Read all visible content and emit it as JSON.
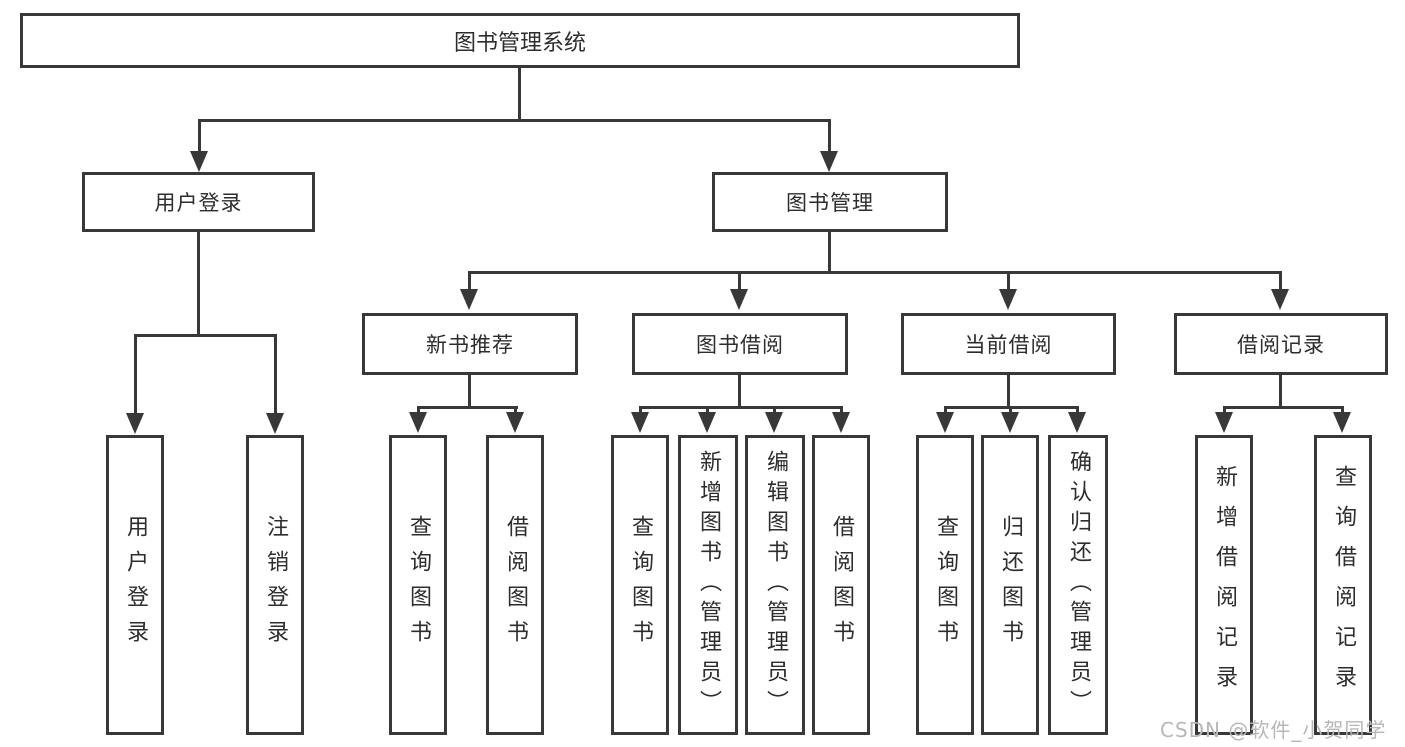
{
  "colors": {
    "line": "#383838",
    "text": "#2d2d2d",
    "watermark": "#b7b7b7",
    "background": "#ffffff"
  },
  "watermark": "CSDN @软件_小贺同学",
  "tree": {
    "label": "图书管理系统",
    "children": [
      {
        "label": "用户登录",
        "children": [
          {
            "label": "用户登录"
          },
          {
            "label": "注销登录"
          }
        ]
      },
      {
        "label": "图书管理",
        "children": [
          {
            "label": "新书推荐",
            "children": [
              {
                "label": "查询图书"
              },
              {
                "label": "借阅图书"
              }
            ]
          },
          {
            "label": "图书借阅",
            "children": [
              {
                "label": "查询图书"
              },
              {
                "label": "新增图书（管理员）"
              },
              {
                "label": "编辑图书（管理员）"
              },
              {
                "label": "借阅图书"
              }
            ]
          },
          {
            "label": "当前借阅",
            "children": [
              {
                "label": "查询图书"
              },
              {
                "label": "归还图书"
              },
              {
                "label": "确认归还（管理员）"
              }
            ]
          },
          {
            "label": "借阅记录",
            "children": [
              {
                "label": "新增借阅记录"
              },
              {
                "label": "查询借阅记录"
              }
            ]
          }
        ]
      }
    ]
  }
}
